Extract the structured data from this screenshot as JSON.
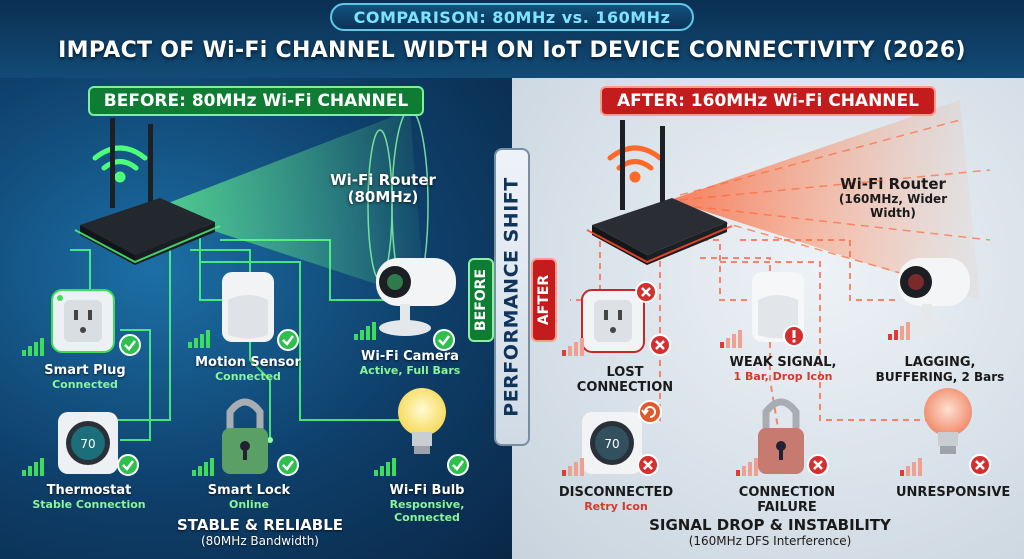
{
  "header": {
    "comparison_pill": "COMPARISON: 80MHz vs. 160MHz",
    "title": "IMPACT OF Wi-Fi CHANNEL WIDTH ON IoT DEVICE CONNECTIVITY (2026)"
  },
  "before": {
    "banner": "BEFORE: 80MHz Wi-Fi CHANNEL",
    "side_tab": "BEFORE",
    "router": {
      "line1": "Wi-Fi Router",
      "line2": "(80MHz)"
    },
    "devices": [
      {
        "name": "Smart Plug",
        "status": "Connected",
        "bars": 4,
        "icon": "plug-icon"
      },
      {
        "name": "Motion Sensor",
        "status": "Connected",
        "bars": 4,
        "icon": "motion-sensor-icon"
      },
      {
        "name": "Wi-Fi Camera",
        "status": "Active, Full Bars",
        "bars": 4,
        "icon": "camera-icon"
      },
      {
        "name": "Thermostat",
        "status": "Stable Connection",
        "bars": 4,
        "icon": "thermostat-icon",
        "display": "70"
      },
      {
        "name": "Smart Lock",
        "status": "Online",
        "bars": 4,
        "icon": "lock-icon"
      },
      {
        "name": "Wi-Fi Bulb",
        "status": "Responsive, Connected",
        "status_line1": "Responsive,",
        "status_line2": "Connected",
        "bars": 4,
        "icon": "bulb-icon"
      }
    ],
    "summary": {
      "line1": "STABLE & RELIABLE",
      "line2": "(80MHz Bandwidth)"
    },
    "accent": "#22c55e"
  },
  "after": {
    "banner": "AFTER: 160MHz Wi-Fi CHANNEL",
    "side_tab": "AFTER",
    "router": {
      "line1": "Wi-Fi Router",
      "line2": "(160MHz, Wider",
      "line3": "Width)"
    },
    "devices": [
      {
        "name": "LOST CONNECTION",
        "status": "",
        "bars": 1,
        "icon": "plug-icon",
        "mark": "x"
      },
      {
        "name": "WEAK SIGNAL,",
        "name2": "1 Bar, Drop Icon",
        "status": "",
        "bars": 1,
        "icon": "motion-sensor-icon",
        "mark": "!"
      },
      {
        "name": "LAGGING,",
        "name2": "BUFFERING, 2 Bars",
        "status": "",
        "bars": 2,
        "icon": "camera-icon",
        "mark": ""
      },
      {
        "name": "DISCONNECTED",
        "status": "Retry Icon",
        "bars": 1,
        "icon": "thermostat-icon",
        "display": "70",
        "mark": "x"
      },
      {
        "name": "CONNECTION FAILURE",
        "status": "",
        "bars": 1,
        "icon": "lock-icon",
        "mark": "x"
      },
      {
        "name": "UNRESPONSIVE",
        "status": "",
        "bars": 1,
        "icon": "bulb-icon",
        "mark": "x"
      }
    ],
    "summary": {
      "line1": "SIGNAL DROP & INSTABILITY",
      "line2": "(160MHz DFS Interference)"
    },
    "accent": "#e53935"
  },
  "center": {
    "label": "PERFORMANCE SHIFT"
  }
}
